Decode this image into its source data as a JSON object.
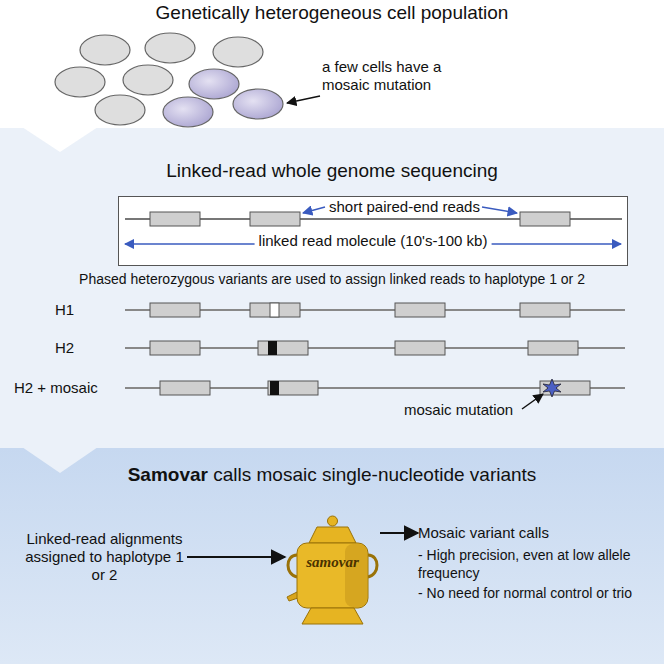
{
  "diagram": {
    "nodes": [
      {
        "text": [
          "Genetically heterogeneous cell population"
        ]
      },
      {
        "text": [
          "Linked-read whole genome sequencing",
          "Phased heterozygous variants are used to assign linked reads to haplotype 1 or 2"
        ]
      },
      {
        "text": [
          "short paired-end reads",
          "linked read molecule (10's-100 kb)"
        ],
        "in": 1
      },
      {
        "text": [
          "Samovar calls mosaic single-nucleotide variants"
        ]
      },
      {
        "text": [
          "Linked-read alignments assigned to haplotype 1 or 2"
        ],
        "in": 3
      },
      {
        "text": [
          "samovar"
        ],
        "in": 3
      },
      {
        "text": [
          "Mosaic variant calls",
          "- High precision, even at low allele frequency",
          "- No need for normal control or trio"
        ],
        "in": 3
      }
    ],
    "edges": [
      {
        "from": 4,
        "to": 5,
        "arrow": "to"
      },
      {
        "from": 5,
        "to": 6,
        "arrow": "to"
      }
    ],
    "labels": [
      "a few cells have a mosaic mutation",
      "H1",
      "H2",
      "H2 + mosaic",
      "mosaic mutation"
    ]
  }
}
